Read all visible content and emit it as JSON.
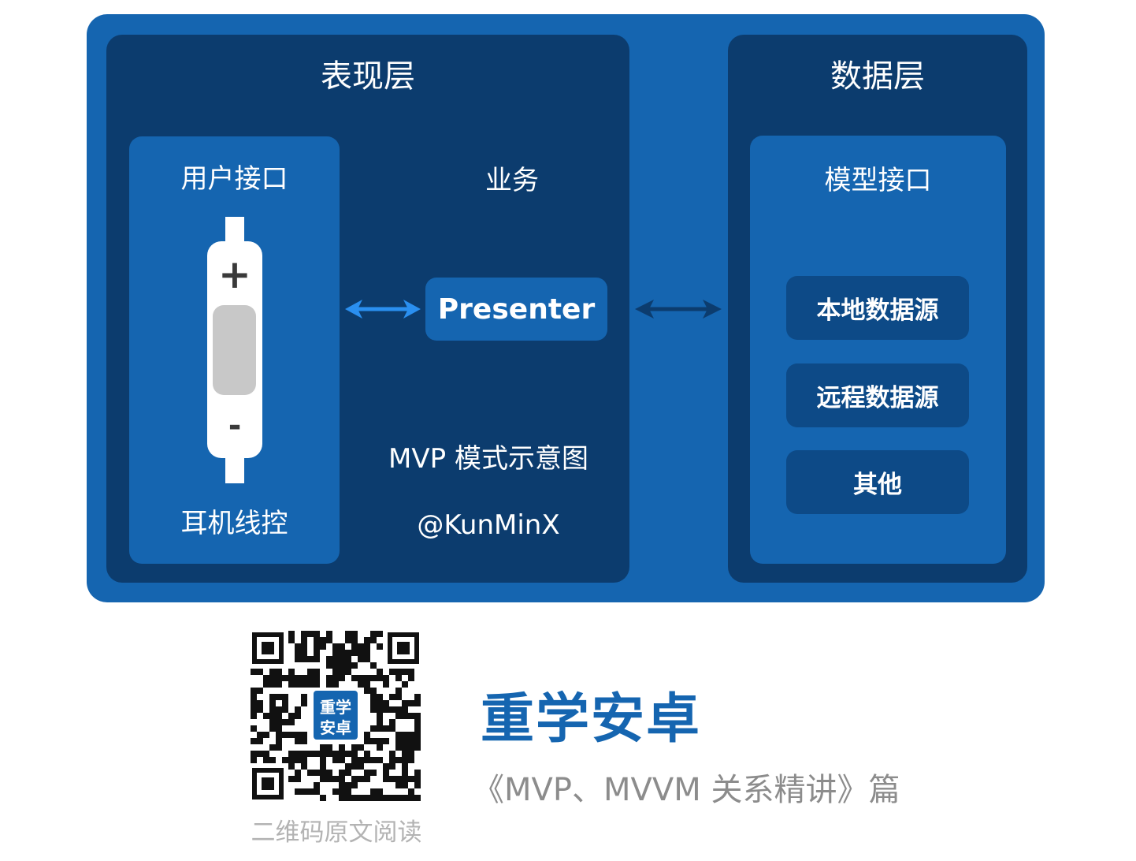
{
  "presentation_layer": {
    "title": "表现层",
    "user_interface": {
      "title": "用户接口",
      "slider_plus": "+",
      "slider_minus": "-",
      "device_label": "耳机线控"
    },
    "business_label": "业务",
    "presenter_label": "Presenter",
    "caption": "MVP 模式示意图",
    "author": "@KunMinX"
  },
  "data_layer": {
    "title": "数据层",
    "model_interface": {
      "title": "模型接口",
      "sources": [
        "本地数据源",
        "远程数据源",
        "其他"
      ]
    }
  },
  "footer": {
    "qr_badge": [
      "重学",
      "安卓"
    ],
    "qr_caption": "二维码原文阅读",
    "brand": "重学安卓",
    "article_title": "《MVP、MVVM 关系精讲》篇"
  },
  "colors": {
    "brand_blue": "#1565b0",
    "dark_navy": "#0c3c6e",
    "arrow_light": "#2a8ff0",
    "arrow_dark": "#0c3c6e"
  }
}
